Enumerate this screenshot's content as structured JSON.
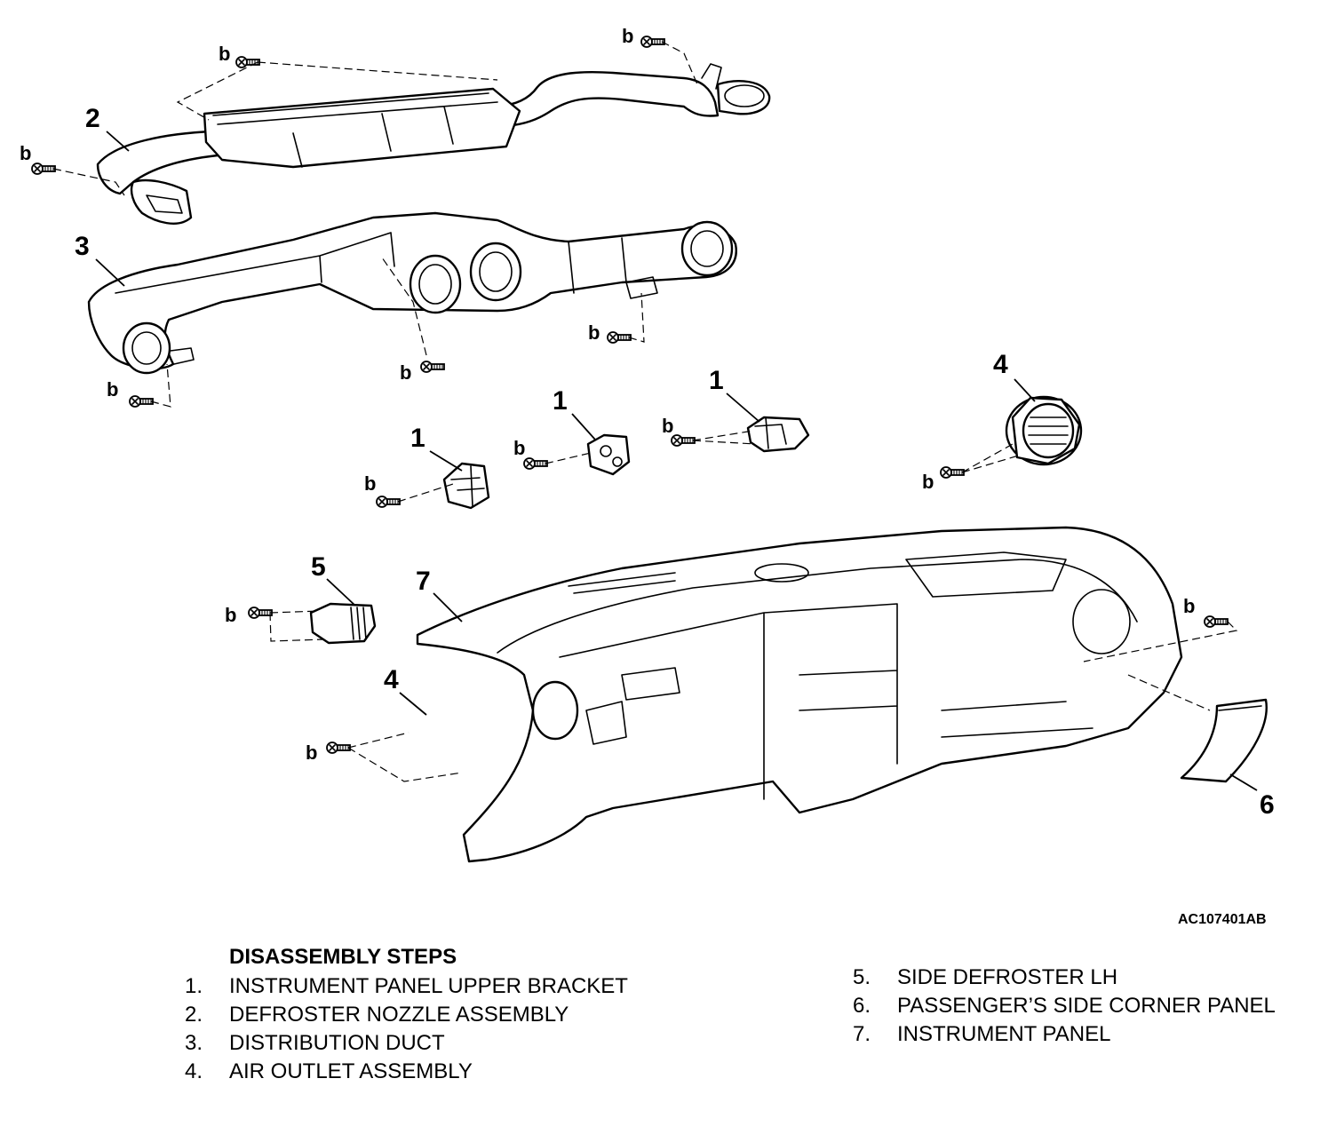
{
  "figure": {
    "code": "AC107401AB",
    "fastener_label": "b",
    "callouts": [
      "1",
      "1",
      "1",
      "2",
      "3",
      "4",
      "4",
      "5",
      "6",
      "7"
    ]
  },
  "steps": {
    "title": "DISASSEMBLY STEPS",
    "items": [
      {
        "num": "1.",
        "text": "INSTRUMENT PANEL UPPER BRACKET"
      },
      {
        "num": "2.",
        "text": "DEFROSTER NOZZLE ASSEMBLY"
      },
      {
        "num": "3.",
        "text": "DISTRIBUTION DUCT"
      },
      {
        "num": "4.",
        "text": "AIR OUTLET ASSEMBLY"
      },
      {
        "num": "5.",
        "text": "SIDE DEFROSTER LH"
      },
      {
        "num": "6.",
        "text": "PASSENGER’S SIDE CORNER PANEL"
      },
      {
        "num": "7.",
        "text": "INSTRUMENT PANEL"
      }
    ]
  }
}
